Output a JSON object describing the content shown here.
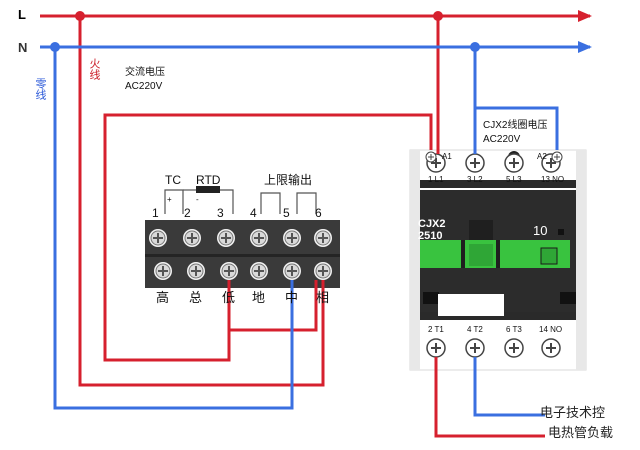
{
  "lines": {
    "L": "L",
    "N": "N"
  },
  "wires": {
    "fire": "火线",
    "zero": "零线"
  },
  "supply": {
    "line1": "交流电压",
    "line2": "AC220V"
  },
  "controller": {
    "tc": "TC",
    "rtd": "RTD",
    "plus": "+",
    "minus": "-",
    "limit_output": "上限输出",
    "terminals": [
      "1",
      "2",
      "3",
      "4",
      "5",
      "6"
    ],
    "bottom_labels": [
      "高",
      "总",
      "低",
      "地",
      "中",
      "相"
    ]
  },
  "contactor": {
    "coil_voltage": "CJX2线圈电压",
    "coil_ac": "AC220V",
    "a1": "A1",
    "a2": "A2",
    "top_terms": [
      "1 L1",
      "3 L2",
      "5 L3",
      "13 NO"
    ],
    "bottom_terms": [
      "2 T1",
      "4 T2",
      "6 T3",
      "14 NO"
    ],
    "model1": "CJX2",
    "model2": "2510",
    "rating": "10"
  },
  "watermark": {
    "text": "电子技术控",
    "load": "电热管负载"
  },
  "colors": {
    "live": "#d6202e",
    "neutral": "#3a6fe0",
    "green": "#39c33f",
    "dark": "#2b2b2b",
    "terminal": "#595959"
  }
}
